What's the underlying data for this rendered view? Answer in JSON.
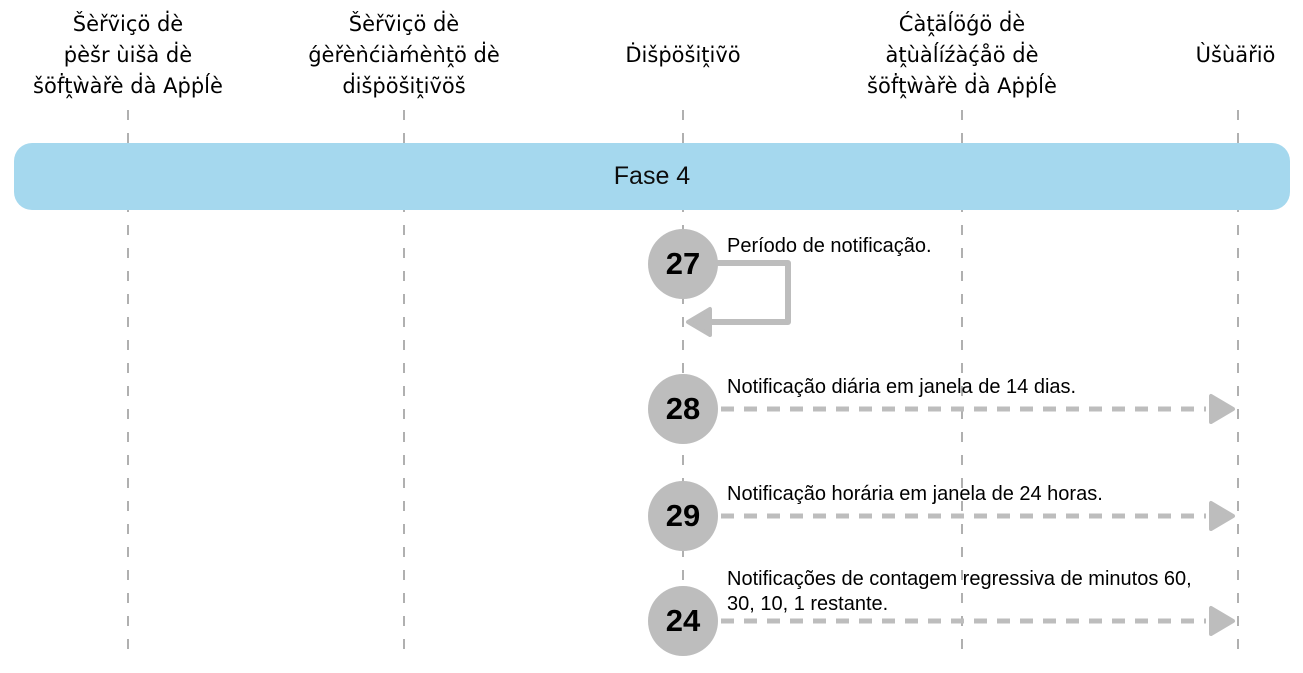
{
  "diagram": {
    "background": "#ffffff",
    "colors": {
      "phase_banner_blue": "#a5d8ee",
      "step_circle_gray": "#bdbdbd",
      "connector_gray": "#bdbdbd",
      "lifeline_gray": "#b0b0b0",
      "text_black": "#000000"
    },
    "lanes": [
      {
        "id": "apple-software-lookup-service",
        "label": "Šèřṽiçö ḋè\nṗèšr ùišà ḋè\nšöḟṱẁàřè ḋà Aṗṗĺè"
      },
      {
        "id": "device-management-service",
        "label": "Šèřṽiçö ḋè\nǵèřèǹćiàḿèǹṱö ḋè\nḋišṗöšiṱiṽöš"
      },
      {
        "id": "device",
        "label": "Ḋišṗöšiṱiṽö"
      },
      {
        "id": "apple-software-update-catalog",
        "label": "Ćàṱäĺöǵö ḋè\nàṱùàĺíźàḉåö ḋè\nšöḟṱẁàřè ḋà Aṗṗĺè"
      },
      {
        "id": "user",
        "label": "Ùšùäřiö"
      }
    ],
    "phase": {
      "label": "Fase 4"
    },
    "steps": [
      {
        "number": "27",
        "label": "Período de notificação.",
        "arrow": "self-loop",
        "from": "device",
        "to": "device"
      },
      {
        "number": "28",
        "label": "Notificação diária em janela de 14 dias.",
        "arrow": "dashed",
        "from": "device",
        "to": "user"
      },
      {
        "number": "29",
        "label": "Notificação horária em janela de 24 horas.",
        "arrow": "dashed",
        "from": "device",
        "to": "user"
      },
      {
        "number": "24",
        "label": "Notificações de contagem regressiva de minutos 60,\n30, 10, 1 restante.",
        "arrow": "dashed",
        "from": "device",
        "to": "user"
      }
    ]
  }
}
